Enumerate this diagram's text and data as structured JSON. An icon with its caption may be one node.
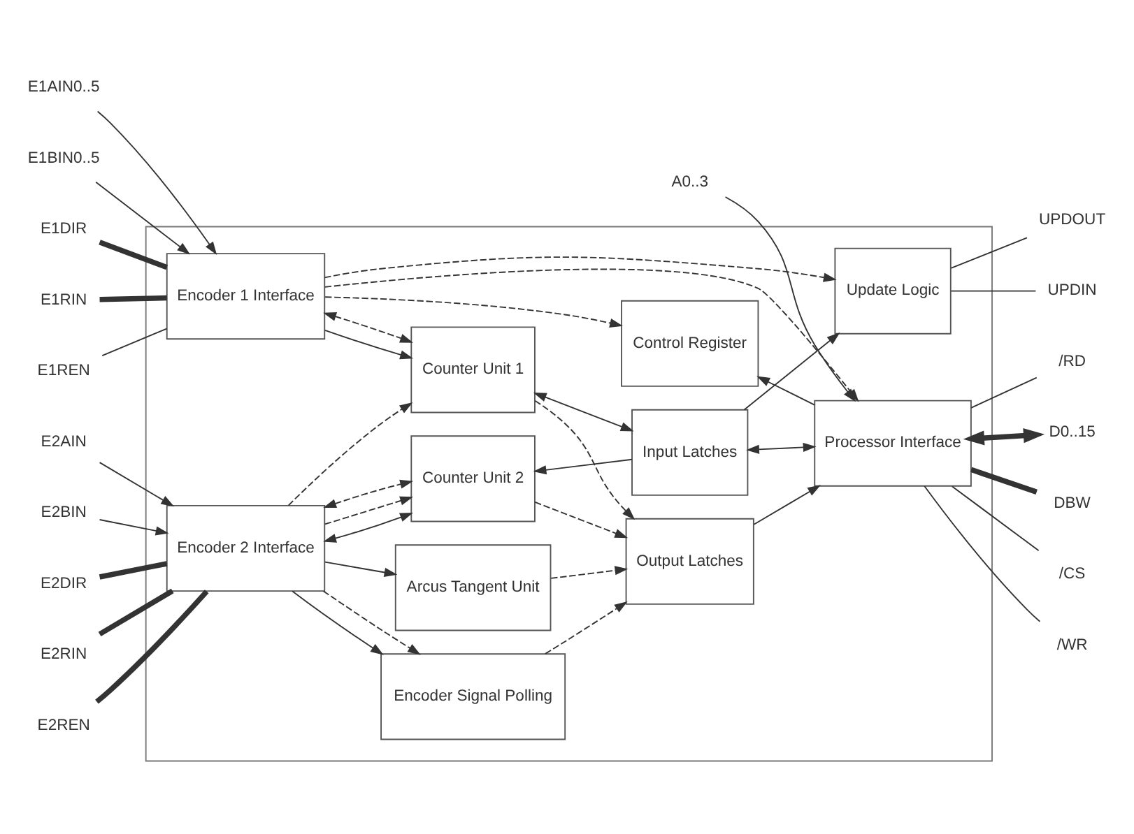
{
  "diagram": {
    "nodes": [
      {
        "text": [],
        "shape": "box"
      },
      {
        "text": [
          "Encoder Signal Polling"
        ],
        "in": 0
      },
      {
        "text": [
          "Control Register"
        ],
        "in": 0
      },
      {
        "text": [
          "Arcus Tangent Unit"
        ],
        "in": 0
      },
      {
        "text": [
          "Encoder 1 Interface"
        ],
        "in": 0
      },
      {
        "text": [
          "Counter Unit 1"
        ],
        "in": 0
      },
      {
        "text": [
          "Input Latches"
        ],
        "in": 0
      },
      {
        "text": [
          "Processor Interface"
        ],
        "in": 0
      },
      {
        "text": [
          "Encoder 2 Interface"
        ],
        "in": 0
      },
      {
        "text": [
          "Counter Unit 2"
        ],
        "in": 0
      },
      {
        "text": [
          "Output Latches"
        ],
        "in": 0
      },
      {
        "text": [
          "Update Logic"
        ],
        "in": 0
      },
      {
        "text": [
          "E1AIN0..5"
        ]
      },
      {
        "text": [
          "E1BIN0..5"
        ]
      },
      {
        "text": [
          "E1DIR"
        ]
      },
      {
        "text": [
          "E1RIN"
        ]
      },
      {
        "text": [
          "E1REN"
        ]
      },
      {
        "text": [
          "E2AIN"
        ]
      },
      {
        "text": [
          "E2BIN"
        ]
      },
      {
        "text": [
          "E2DIR"
        ]
      },
      {
        "text": [
          "E2RIN"
        ]
      },
      {
        "text": [
          "E2REN"
        ]
      },
      {
        "text": [
          "DBW"
        ]
      },
      {
        "text": [
          "/CS"
        ]
      },
      {
        "text": [
          "/WR"
        ]
      },
      {
        "text": [
          "/RD"
        ]
      },
      {
        "text": [
          "A0..3"
        ]
      },
      {
        "text": [
          "D0..15"
        ]
      },
      {
        "text": [
          "UPDOUT"
        ]
      },
      {
        "text": [
          "UPDIN"
        ]
      }
    ],
    "edges": [
      {
        "from": 12,
        "to": 4,
        "arrow": "to"
      },
      {
        "from": 13,
        "to": 4,
        "arrow": "to"
      },
      {
        "from": 14,
        "to": 4,
        "arrow": "none",
        "style": "thick"
      },
      {
        "from": 15,
        "to": 4,
        "arrow": "none",
        "style": "thick"
      },
      {
        "from": 16,
        "to": 4,
        "arrow": "none"
      },
      {
        "from": 17,
        "to": 8,
        "arrow": "to"
      },
      {
        "from": 18,
        "to": 8,
        "arrow": "to"
      },
      {
        "from": 19,
        "to": 8,
        "arrow": "none",
        "style": "thick"
      },
      {
        "from": 20,
        "to": 8,
        "arrow": "none",
        "style": "thick"
      },
      {
        "from": 21,
        "to": 8,
        "arrow": "none",
        "style": "thick"
      },
      {
        "from": 4,
        "to": 5,
        "arrow": "to"
      },
      {
        "from": 8,
        "to": 9,
        "arrow": "both"
      },
      {
        "from": 8,
        "to": 1,
        "arrow": "to"
      },
      {
        "from": 8,
        "to": 3,
        "arrow": "to"
      },
      {
        "from": 8,
        "to": 9,
        "arrow": "to",
        "style": "dashed"
      },
      {
        "from": 8,
        "to": 5,
        "arrow": "to",
        "style": "dashed"
      },
      {
        "from": 8,
        "to": 1,
        "arrow": "to",
        "style": "dashed"
      },
      {
        "from": 4,
        "to": 5,
        "arrow": "both",
        "style": "dashed"
      },
      {
        "from": 8,
        "to": 9,
        "arrow": "both",
        "style": "dashed"
      },
      {
        "from": 4,
        "to": 2,
        "arrow": "to",
        "style": "dashed"
      },
      {
        "from": 4,
        "to": 7,
        "arrow": "to",
        "style": "dashed"
      },
      {
        "from": 4,
        "to": 11,
        "arrow": "to",
        "style": "dashed"
      },
      {
        "from": 1,
        "to": 10,
        "arrow": "to",
        "style": "dashed"
      },
      {
        "from": 3,
        "to": 10,
        "arrow": "to",
        "style": "dashed"
      },
      {
        "from": 5,
        "to": 10,
        "arrow": "to",
        "style": "dashed"
      },
      {
        "from": 9,
        "to": 10,
        "arrow": "to",
        "style": "dashed"
      },
      {
        "from": 5,
        "to": 6,
        "arrow": "both"
      },
      {
        "from": 6,
        "to": 9,
        "arrow": "to"
      },
      {
        "from": 6,
        "to": 11,
        "arrow": "to"
      },
      {
        "from": 7,
        "to": 2,
        "arrow": "to"
      },
      {
        "from": 6,
        "to": 7,
        "arrow": "both"
      },
      {
        "from": 10,
        "to": 7,
        "arrow": "to"
      },
      {
        "from": 7,
        "to": 22,
        "arrow": "none",
        "style": "thick"
      },
      {
        "from": 7,
        "to": 23,
        "arrow": "none"
      },
      {
        "from": 7,
        "to": 24,
        "arrow": "none"
      },
      {
        "from": 7,
        "to": 25,
        "arrow": "none"
      },
      {
        "from": 26,
        "to": 7,
        "arrow": "to"
      },
      {
        "from": 7,
        "to": 27,
        "arrow": "both",
        "style": "thick"
      },
      {
        "from": 11,
        "to": 28,
        "arrow": "none"
      },
      {
        "from": 11,
        "to": 29,
        "arrow": "none"
      }
    ]
  }
}
